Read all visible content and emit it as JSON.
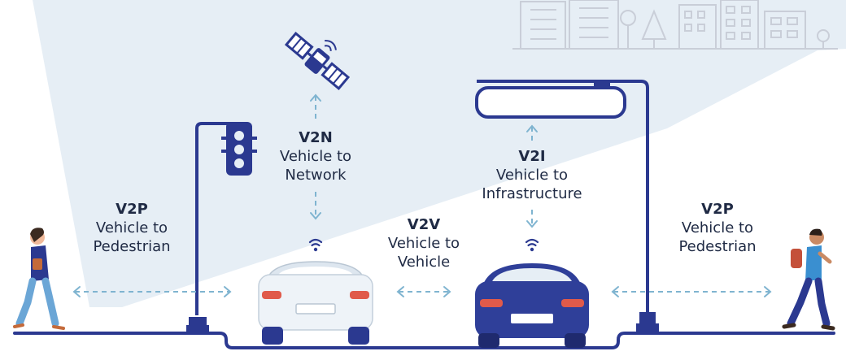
{
  "labels": {
    "v2p_left": {
      "code": "V2P",
      "line1": "Vehicle to",
      "line2": "Pedestrian"
    },
    "v2n": {
      "code": "V2N",
      "line1": "Vehicle to",
      "line2": "Network"
    },
    "v2v": {
      "code": "V2V",
      "line1": "Vehicle to",
      "line2": "Vehicle"
    },
    "v2i": {
      "code": "V2I",
      "line1": "Vehicle to",
      "line2": "Infrastructure"
    },
    "v2p_right": {
      "code": "V2P",
      "line1": "Vehicle to",
      "line2": "Pedestrian"
    }
  },
  "colors": {
    "navy": "#2b3990",
    "arrow": "#7fb4d0",
    "sky": "#e6eef5",
    "car_white": "#eef3f8",
    "car_blue": "#2f3f99",
    "buildings": "#c9ced8"
  },
  "icons": [
    "satellite-icon",
    "traffic-light-icon",
    "street-light-icon",
    "wifi-signal-icon",
    "pedestrian-icon",
    "car-icon",
    "city-skyline-icon"
  ]
}
